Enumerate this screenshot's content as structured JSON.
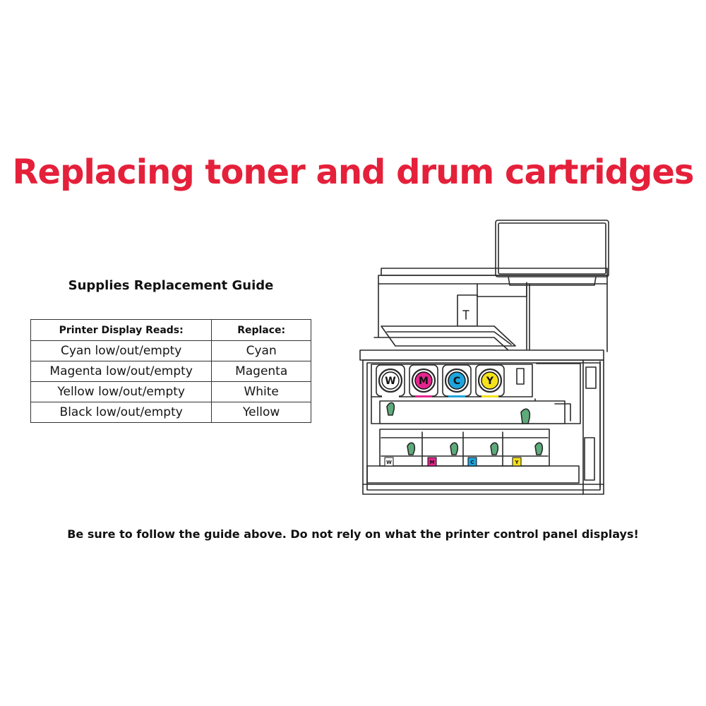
{
  "title": "Replacing toner and drum cartridges",
  "guide": {
    "heading": "Supplies Replacement Guide",
    "columns": [
      "Printer Display Reads:",
      "Replace:"
    ],
    "rows": [
      [
        "Cyan low/out/empty",
        "Cyan"
      ],
      [
        "Magenta low/out/empty",
        "Magenta"
      ],
      [
        "Yellow low/out/empty",
        "White"
      ],
      [
        "Black low/out/empty",
        "Yellow"
      ]
    ]
  },
  "printer": {
    "toners": [
      {
        "letter": "W",
        "color": "#ffffff"
      },
      {
        "letter": "M",
        "color": "#e5248e"
      },
      {
        "letter": "C",
        "color": "#1fa4dc"
      },
      {
        "letter": "Y",
        "color": "#f5e21a"
      }
    ],
    "drum_labels": [
      {
        "letter": "W",
        "color": "#ffffff"
      },
      {
        "letter": "M",
        "color": "#e5248e"
      },
      {
        "letter": "C",
        "color": "#1fa4dc"
      },
      {
        "letter": "Y",
        "color": "#f5e21a"
      }
    ],
    "accent_green": "#5dab7a"
  },
  "note": "Be sure to follow the guide above. Do not rely on what the printer control panel displays!"
}
